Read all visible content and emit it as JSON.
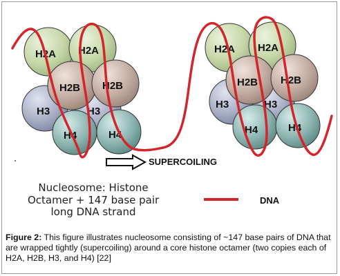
{
  "diagram": {
    "left_octamer": {
      "labels": [
        "H2A",
        "H2A",
        "H2B",
        "H2B",
        "H3",
        "H3",
        "H4",
        "H4"
      ]
    },
    "right_octamer": {
      "labels": [
        "H2A",
        "H2A",
        "H2B",
        "H2B",
        "H3",
        "H3",
        "H4",
        "H4"
      ]
    },
    "arrow_label": "SUPERCOILING",
    "legend_label": "DNA",
    "note_lines": [
      "Nucleosome: Histone",
      "Octamer + 147 base pair",
      "long DNA strand"
    ]
  },
  "colors": {
    "h2a": "#c6d7a8",
    "h2b": "#c4ada2",
    "h3": "#aab0c6",
    "h4": "#8fb6b2",
    "dna": "#d3262a"
  },
  "caption": {
    "lead": "Figure 2:",
    "text": " This figure illustrates nucleosome consisting of ~147 base pairs of DNA that are wrapped tightly (supercoiling) around a core histone octamer (two copies each of H2A, H2B, H3, and H4) [22]"
  }
}
